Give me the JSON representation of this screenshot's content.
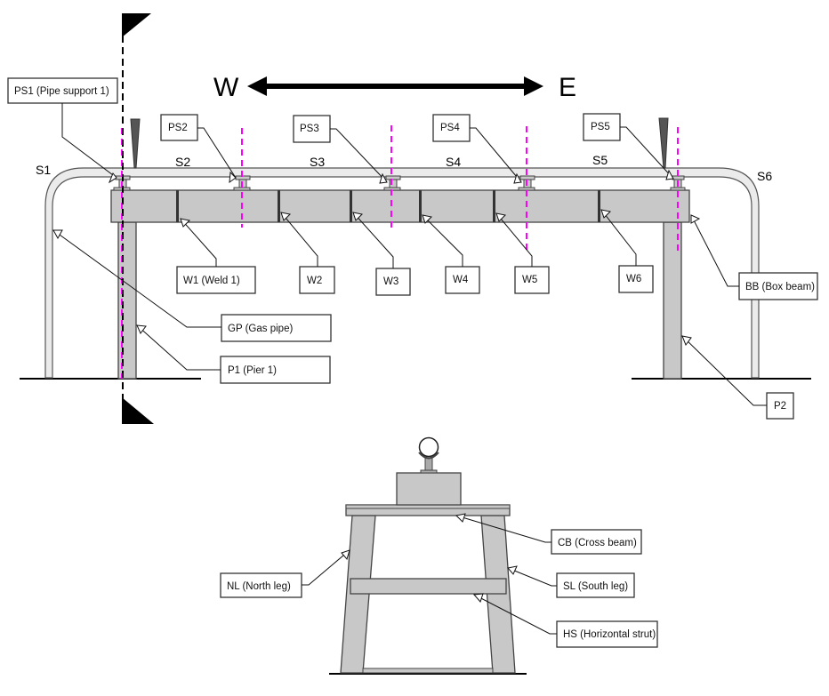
{
  "diagram": {
    "direction": {
      "west": "W",
      "east": "E"
    },
    "segments": [
      "S1",
      "S2",
      "S3",
      "S4",
      "S5",
      "S6"
    ],
    "callouts": {
      "ps1": "PS1 (Pipe support 1)",
      "ps2": "PS2",
      "ps3": "PS3",
      "ps4": "PS4",
      "ps5": "PS5",
      "w1": "W1 (Weld 1)",
      "w2": "W2",
      "w3": "W3",
      "w4": "W4",
      "w5": "W5",
      "w6": "W6",
      "gp": "GP (Gas pipe)",
      "p1": "P1 (Pier 1)",
      "p2": "P2",
      "bb": "BB (Box beam)",
      "cb": "CB (Cross beam)",
      "nl": "NL (North leg)",
      "sl": "SL (South leg)",
      "hs": "HS (Horizontal strut)"
    },
    "colors": {
      "steel": "#c8c8c8",
      "pipe": "#ebebeb",
      "support_marker": "#ff00ff",
      "outline": "#444444"
    }
  }
}
